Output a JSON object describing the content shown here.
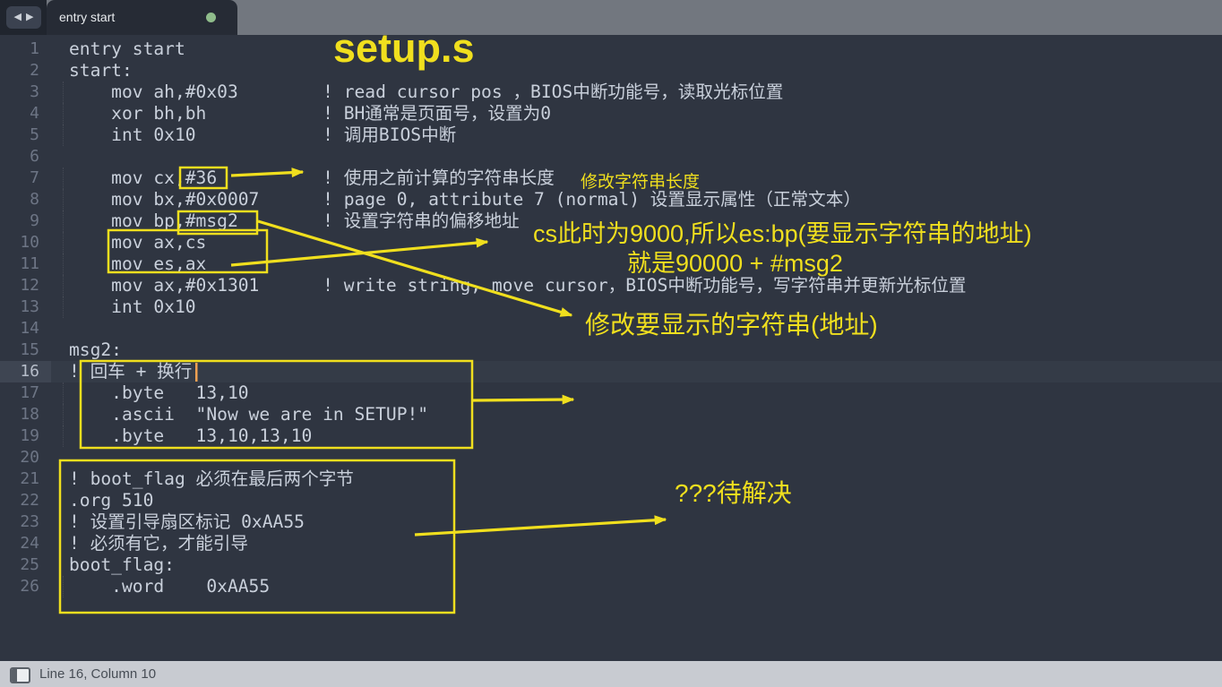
{
  "tab_bar": {
    "back_icon": "◀",
    "forward_icon": "▶",
    "tabs": [
      {
        "label": "entry start",
        "modified": true
      }
    ]
  },
  "editor": {
    "language": "assembly",
    "current_line": 16,
    "caret": {
      "line": 16,
      "column": 10
    },
    "lines": [
      {
        "num": 1,
        "text": "entry start"
      },
      {
        "num": 2,
        "text": "start:"
      },
      {
        "num": 3,
        "text": "    mov ah,#0x03        ! read cursor pos ，BIOS中断功能号，读取光标位置"
      },
      {
        "num": 4,
        "text": "    xor bh,bh           ! BH通常是页面号，设置为0"
      },
      {
        "num": 5,
        "text": "    int 0x10            ! 调用BIOS中断"
      },
      {
        "num": 6,
        "text": ""
      },
      {
        "num": 7,
        "text": "    mov cx,#36          ! 使用之前计算的字符串长度"
      },
      {
        "num": 8,
        "text": "    mov bx,#0x0007      ! page 0, attribute 7 (normal) 设置显示属性（正常文本）"
      },
      {
        "num": 9,
        "text": "    mov bp,#msg2        ! 设置字符串的偏移地址"
      },
      {
        "num": 10,
        "text": "    mov ax,cs"
      },
      {
        "num": 11,
        "text": "    mov es,ax"
      },
      {
        "num": 12,
        "text": "    mov ax,#0x1301      ! write string, move cursor，BIOS中断功能号，写字符串并更新光标位置"
      },
      {
        "num": 13,
        "text": "    int 0x10"
      },
      {
        "num": 14,
        "text": ""
      },
      {
        "num": 15,
        "text": "msg2:"
      },
      {
        "num": 16,
        "text": "! 回车 + 换行"
      },
      {
        "num": 17,
        "text": "    .byte   13,10"
      },
      {
        "num": 18,
        "text": "    .ascii  \"Now we are in SETUP!\""
      },
      {
        "num": 19,
        "text": "    .byte   13,10,13,10"
      },
      {
        "num": 20,
        "text": ""
      },
      {
        "num": 21,
        "text": "! boot_flag 必须在最后两个字节"
      },
      {
        "num": 22,
        "text": ".org 510"
      },
      {
        "num": 23,
        "text": "! 设置引导扇区标记 0xAA55"
      },
      {
        "num": 24,
        "text": "! 必须有它，才能引导"
      },
      {
        "num": 25,
        "text": "boot_flag:"
      },
      {
        "num": 26,
        "text": "    .word    0xAA55"
      }
    ]
  },
  "annotations": {
    "title": "setup.s",
    "modify_length": "修改字符串长度",
    "cs_line1": "cs此时为9000,所以es:bp(要显示字符串的地址)",
    "cs_line2": "就是90000 + #msg2",
    "modify_string": "修改要显示的字符串(地址)",
    "todo": "???待解决",
    "ink_color": "#f0df1e",
    "caret_color": "#efa052"
  },
  "status_bar": {
    "position_text": "Line 16, Column 10"
  }
}
